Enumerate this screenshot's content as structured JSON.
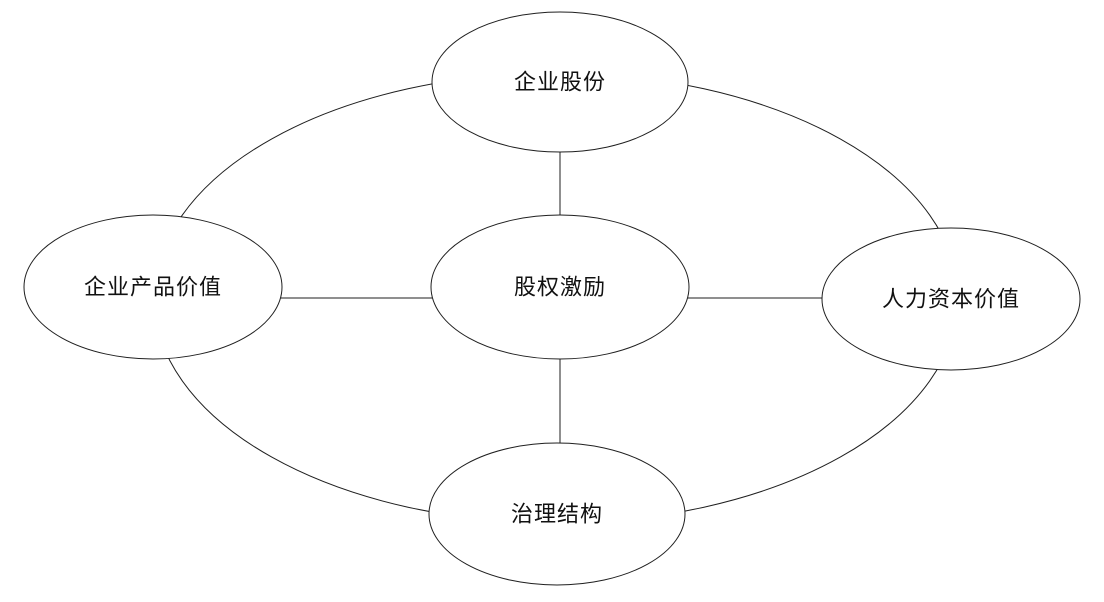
{
  "diagram": {
    "type": "relationship-map",
    "nodes": {
      "top": {
        "label": "企业股份"
      },
      "left": {
        "label": "企业产品价值"
      },
      "center": {
        "label": "股权激励"
      },
      "right": {
        "label": "人力资本价值"
      },
      "bottom": {
        "label": "治理结构"
      }
    },
    "edges": [
      {
        "from": "center",
        "to": "top",
        "style": "straight-line"
      },
      {
        "from": "center",
        "to": "left",
        "style": "straight-line"
      },
      {
        "from": "center",
        "to": "right",
        "style": "straight-line"
      },
      {
        "from": "center",
        "to": "bottom",
        "style": "straight-line"
      },
      {
        "from": "top",
        "to": "left",
        "style": "outer-arc"
      },
      {
        "from": "top",
        "to": "right",
        "style": "outer-arc"
      },
      {
        "from": "left",
        "to": "bottom",
        "style": "outer-arc"
      },
      {
        "from": "bottom",
        "to": "right",
        "style": "outer-arc"
      }
    ],
    "colors": {
      "stroke": "#1f1f1f",
      "node_fill": "#ffffff",
      "text": "#111111",
      "background": "#ffffff"
    }
  }
}
